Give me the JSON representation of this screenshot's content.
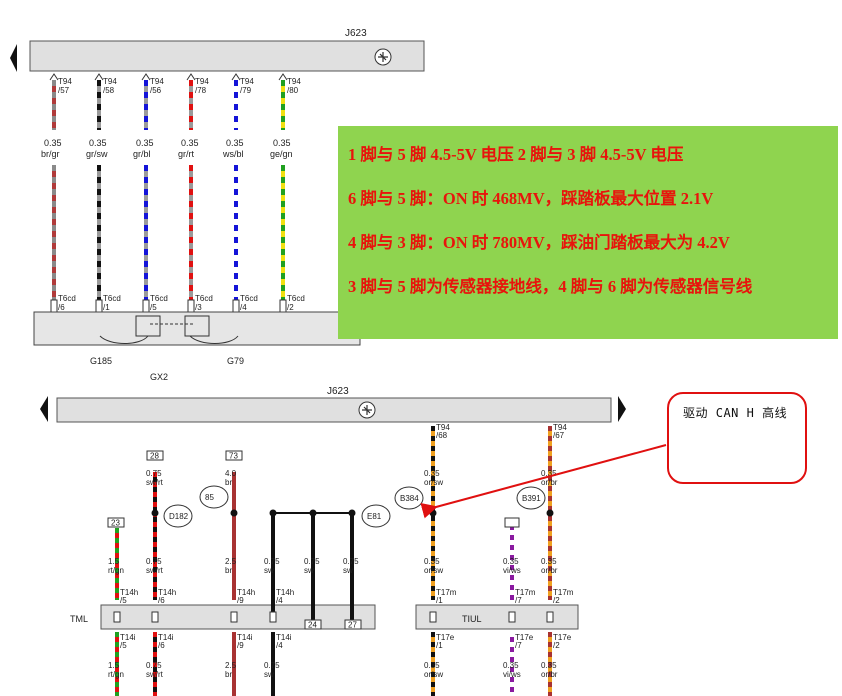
{
  "top": {
    "ecu": "J623",
    "wires": [
      {
        "pin_a": "T94",
        "pin_b": "/57",
        "gauge": "0.35",
        "color_code": "br/gr",
        "c1": "#b03a3a",
        "c2": "#8a8a8a",
        "conn_a": "T6cd",
        "conn_b": "/6"
      },
      {
        "pin_a": "T94",
        "pin_b": "/58",
        "gauge": "0.35",
        "color_code": "gr/sw",
        "c1": "#9a9a9a",
        "c2": "#111111",
        "conn_a": "T6cd",
        "conn_b": "/1"
      },
      {
        "pin_a": "T94",
        "pin_b": "/56",
        "gauge": "0.35",
        "color_code": "gr/bl",
        "c1": "#9a9a9a",
        "c2": "#1414d8",
        "conn_a": "T6cd",
        "conn_b": "/5"
      },
      {
        "pin_a": "T94",
        "pin_b": "/78",
        "gauge": "0.35",
        "color_code": "gr/rt",
        "c1": "#9a9a9a",
        "c2": "#e01010",
        "conn_a": "T6cd",
        "conn_b": "/3"
      },
      {
        "pin_a": "T94",
        "pin_b": "/79",
        "gauge": "0.35",
        "color_code": "ws/bl",
        "c1": "#ffffff",
        "c2": "#1414d8",
        "conn_a": "T6cd",
        "conn_b": "/4"
      },
      {
        "pin_a": "T94",
        "pin_b": "/80",
        "gauge": "0.35",
        "color_code": "ge/gn",
        "c1": "#f0e010",
        "c2": "#20a020",
        "conn_a": "T6cd",
        "conn_b": "/2"
      }
    ],
    "sensor1": "G185",
    "sensor2": "G79",
    "assembly": "GX2"
  },
  "notes": [
    "1 脚与 5 脚  4.5-5V 电压    2 脚与 3 脚 4.5-5V 电压",
    "6 脚与 5 脚：ON 时 468MV，踩踏板最大位置 2.1V",
    "4 脚与 3 脚：ON 时 780MV，踩油门踏板最大为 4.2V",
    "3 脚与 5 脚为传感器接地线，4 脚与 6 脚为传感器信号线"
  ],
  "bottom": {
    "ecu": "J623",
    "module_left": "TML",
    "module_right": "TIUL",
    "boxes": [
      "23",
      "28",
      "73",
      "24",
      "27"
    ],
    "circles": [
      "D182",
      "85",
      "E81",
      "B384",
      "B391"
    ],
    "wires": [
      {
        "gauge_top": "1.5",
        "code_top": "rt/gn",
        "conn1a": "T14h",
        "conn1b": "/5",
        "conn2a": "T14i",
        "conn2b": "/5",
        "gauge_bot": "1.5",
        "code_bot": "rt/gn",
        "c1": "#e01010",
        "c2": "#20a020"
      },
      {
        "gauge_top": "0.75",
        "code_top": "sw/rt",
        "gauge_mid": "0.75",
        "code_mid": "sw/rt",
        "conn1a": "T14h",
        "conn1b": "/6",
        "conn2a": "T14i",
        "conn2b": "/6",
        "gauge_bot": "0.75",
        "code_bot": "sw/rt",
        "c1": "#111111",
        "c2": "#e01010"
      },
      {
        "gauge_top": "4.0",
        "code_top": "br",
        "gauge_mid": "2.5",
        "code_mid": "br",
        "conn1a": "T14h",
        "conn1b": "/9",
        "conn2a": "T14i",
        "conn2b": "/9",
        "gauge_bot": "2.5",
        "code_bot": "br",
        "c1": "#a83232",
        "c2": "#a83232"
      },
      {
        "gauge_mid": "0.75",
        "code_mid": "sw",
        "conn1a": "T14h",
        "conn1b": "/4",
        "conn2a": "T14i",
        "conn2b": "/4",
        "gauge_bot": "0.75",
        "code_bot": "sw",
        "c1": "#111111",
        "c2": "#111111"
      },
      {
        "gauge_mid": "0.75",
        "code_mid": "sw",
        "c1": "#111111",
        "c2": "#111111"
      },
      {
        "gauge_mid": "0.75",
        "code_mid": "sw",
        "c1": "#111111",
        "c2": "#111111"
      },
      {
        "pin_a": "T94",
        "pin_b": "/68",
        "gauge_top": "0.35",
        "code_top": "or/sw",
        "gauge_mid": "0.35",
        "code_mid": "or/sw",
        "conn1a": "T17m",
        "conn1b": "/1",
        "conn2a": "T17e",
        "conn2b": "/1",
        "gauge_bot": "0.35",
        "code_bot": "or/sw",
        "c1": "#f0a020",
        "c2": "#111111"
      },
      {
        "gauge_mid": "0.35",
        "code_mid": "vi/ws",
        "conn1a": "T17m",
        "conn1b": "/7",
        "conn2a": "T17e",
        "conn2b": "/7",
        "gauge_bot": "0.35",
        "code_bot": "vi/ws",
        "c1": "#8a1aa0",
        "c2": "#ffffff"
      },
      {
        "pin_a": "T94",
        "pin_b": "/67",
        "gauge_top": "0.35",
        "code_top": "or/br",
        "gauge_mid": "0.35",
        "code_mid": "or/br",
        "conn1a": "T17m",
        "conn1b": "/2",
        "conn2a": "T17e",
        "conn2b": "/2",
        "gauge_bot": "0.35",
        "code_bot": "or/br",
        "c1": "#f0a020",
        "c2": "#a83232"
      }
    ]
  },
  "callout": "驱动 CAN H 高线"
}
